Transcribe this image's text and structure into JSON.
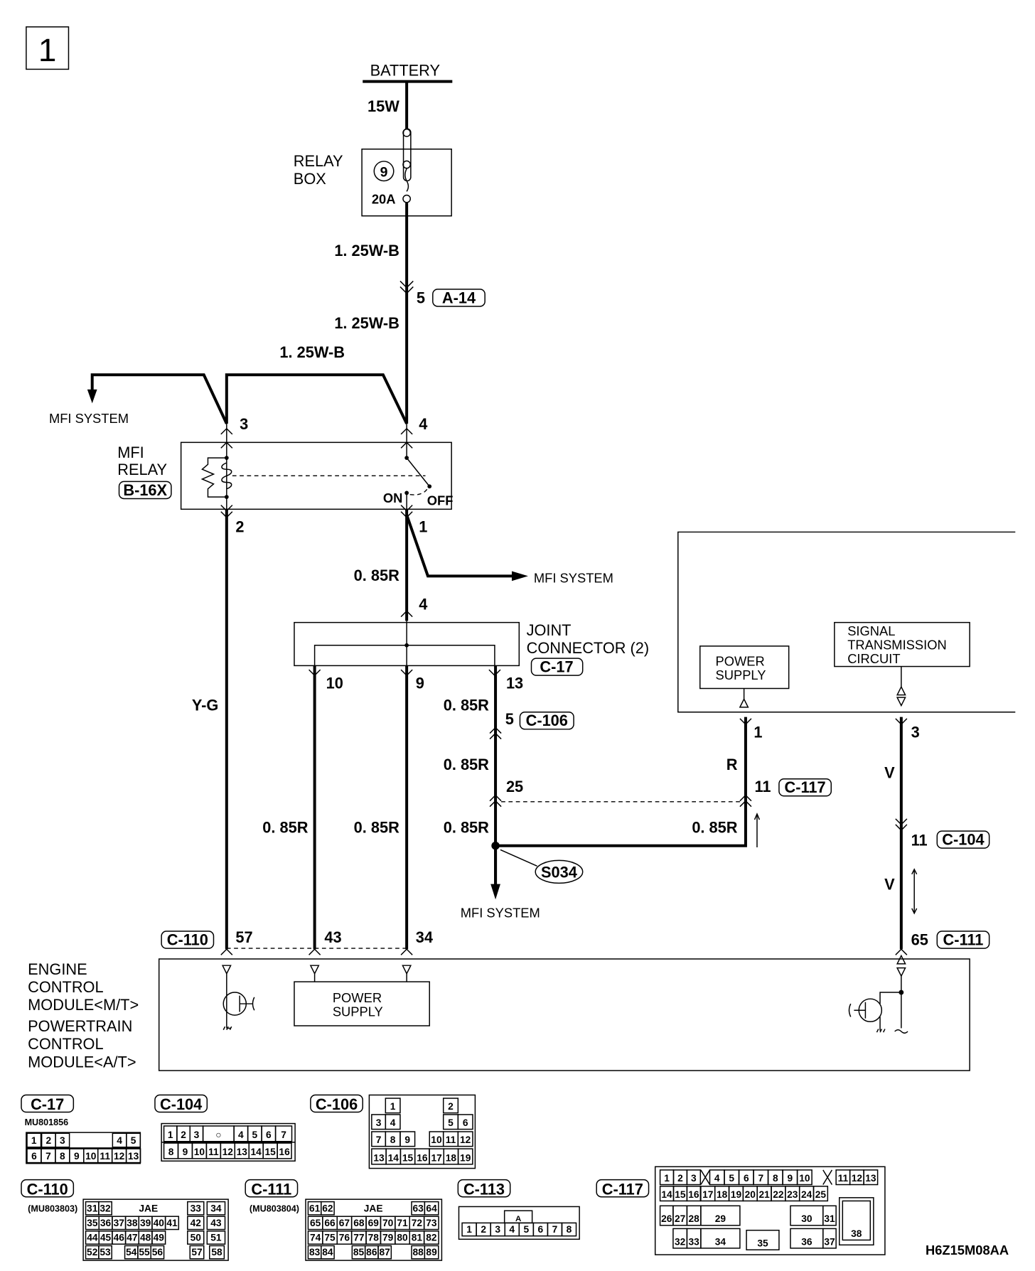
{
  "page_number": "1",
  "figure_code": "H6Z15M08AA",
  "battery": {
    "label": "BATTERY",
    "wire": "15W"
  },
  "relay_box": {
    "label_line1": "RELAY",
    "label_line2": "BOX",
    "fuse_number": "9",
    "fuse_rating": "20A"
  },
  "wires": {
    "w_relaybox_out": "1. 25W-B",
    "w_a14_out": "1. 25W-B",
    "w_top_bridge": "1. 25W-B",
    "w_relay1_out": "0. 85R",
    "w_yg": "Y-G",
    "w_c17_13": "0. 85R",
    "w_c106_25": "0. 85R",
    "w_s034_left": "0. 85R",
    "w_col10": "0. 85R",
    "w_col9": "0. 85R",
    "w_s034_right": "0. 85R",
    "w_r": "R",
    "w_v1": "V",
    "w_v2": "V"
  },
  "connectors": {
    "a14": {
      "pin": "5",
      "id": "A-14"
    },
    "b16x": {
      "id": "B-16X"
    },
    "c17": {
      "id": "C-17"
    },
    "c106": {
      "pin": "5",
      "id": "C-106",
      "pin2": "25"
    },
    "c117": {
      "pin": "11",
      "id": "C-117"
    },
    "c104": {
      "pin": "11",
      "id": "C-104"
    },
    "c110": {
      "id": "C-110"
    },
    "c111": {
      "pin": "65",
      "id": "C-111"
    }
  },
  "mfi_relay": {
    "label_line1": "MFI",
    "label_line2": "RELAY",
    "pin3": "3",
    "pin4": "4",
    "pin2": "2",
    "pin1": "1",
    "on_label": "ON",
    "off_label": "OFF"
  },
  "mfi_system_labels": [
    "MFI SYSTEM",
    "MFI SYSTEM",
    "MFI SYSTEM"
  ],
  "joint_connector": {
    "label_line1": "JOINT",
    "label_line2": "CONNECTOR (2)",
    "pin_in": "4",
    "pin10": "10",
    "pin9": "9",
    "pin13": "13"
  },
  "splice": {
    "id": "S034"
  },
  "other_module": {
    "power_supply_line1": "POWER",
    "power_supply_line2": "SUPPLY",
    "signal_line1": "SIGNAL",
    "signal_line2": "TRANSMISSION",
    "signal_line3": "CIRCUIT",
    "pin1": "1",
    "pin3": "3"
  },
  "ecm": {
    "label_lines": [
      "ENGINE",
      "CONTROL",
      "MODULE<M/T>",
      "POWERTRAIN",
      "CONTROL",
      "MODULE<A/T>"
    ],
    "pin57": "57",
    "pin43": "43",
    "pin34": "34",
    "power_supply_line1": "POWER",
    "power_supply_line2": "SUPPLY"
  },
  "connector_faces": {
    "c17": {
      "id": "C-17",
      "part": "MU801856",
      "rows": [
        [
          "1",
          "2",
          "3",
          "",
          "",
          "4",
          "5"
        ],
        [
          "6",
          "7",
          "8",
          "9",
          "10",
          "11",
          "12",
          "13"
        ]
      ]
    },
    "c104": {
      "id": "C-104",
      "rows": [
        [
          "1",
          "2",
          "3",
          "○",
          "4",
          "5",
          "6",
          "7"
        ],
        [
          "8",
          "9",
          "10",
          "11",
          "12",
          "13",
          "14",
          "15",
          "16"
        ]
      ]
    },
    "c106": {
      "id": "C-106",
      "rows": [
        [
          "1",
          "2"
        ],
        [
          "3",
          "4",
          "5",
          "6"
        ],
        [
          "7",
          "8",
          "9",
          "10",
          "11",
          "12"
        ],
        [
          "13",
          "14",
          "15",
          "16",
          "17",
          "18",
          "19"
        ]
      ]
    },
    "c110": {
      "id": "C-110",
      "part": "(MU803803)",
      "maker": "JAE",
      "rows": [
        [
          "31",
          "32",
          "33",
          "34"
        ],
        [
          "35",
          "36",
          "37",
          "38",
          "39",
          "40",
          "41",
          "42",
          "43"
        ],
        [
          "44",
          "45",
          "46",
          "47",
          "48",
          "49",
          "50",
          "51"
        ],
        [
          "52",
          "53",
          "54",
          "55",
          "56",
          "57",
          "58"
        ]
      ]
    },
    "c111": {
      "id": "C-111",
      "part": "(MU803804)",
      "maker": "JAE",
      "rows": [
        [
          "61",
          "62",
          "63",
          "64"
        ],
        [
          "65",
          "66",
          "67",
          "68",
          "69",
          "70",
          "71",
          "72",
          "73"
        ],
        [
          "74",
          "75",
          "76",
          "77",
          "78",
          "79",
          "80",
          "81",
          "82"
        ],
        [
          "83",
          "84",
          "85",
          "86",
          "87",
          "88",
          "89"
        ]
      ]
    },
    "c113": {
      "id": "C-113",
      "key": "A",
      "rows": [
        [
          "1",
          "2",
          "3",
          "4",
          "5",
          "6",
          "7",
          "8"
        ]
      ]
    },
    "c117": {
      "id": "C-117",
      "rows": [
        [
          "1",
          "2",
          "3",
          "4",
          "5",
          "6",
          "7",
          "8",
          "9",
          "10",
          "11",
          "12",
          "13"
        ],
        [
          "14",
          "15",
          "16",
          "17",
          "18",
          "19",
          "20",
          "21",
          "22",
          "23",
          "24",
          "25"
        ],
        [
          "26",
          "27",
          "28",
          "29",
          "30",
          "31",
          "38"
        ],
        [
          "32",
          "33",
          "34",
          "35",
          "36",
          "37"
        ]
      ]
    }
  }
}
